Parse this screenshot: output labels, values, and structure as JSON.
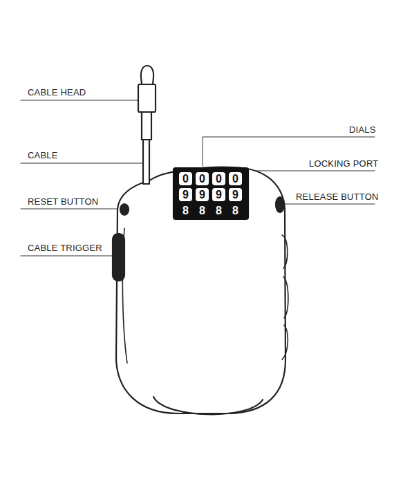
{
  "diagram": {
    "labels": [
      "CABLE HEAD",
      "CABLE",
      "RESET BUTTON",
      "CABLE TRIGGER",
      "DIALS",
      "LOCKING PORT",
      "RELEASE BUTTON",
      "0",
      "0",
      "0",
      "0",
      "9",
      "9",
      "9",
      "9",
      "8",
      "8",
      "8",
      "8"
    ]
  }
}
